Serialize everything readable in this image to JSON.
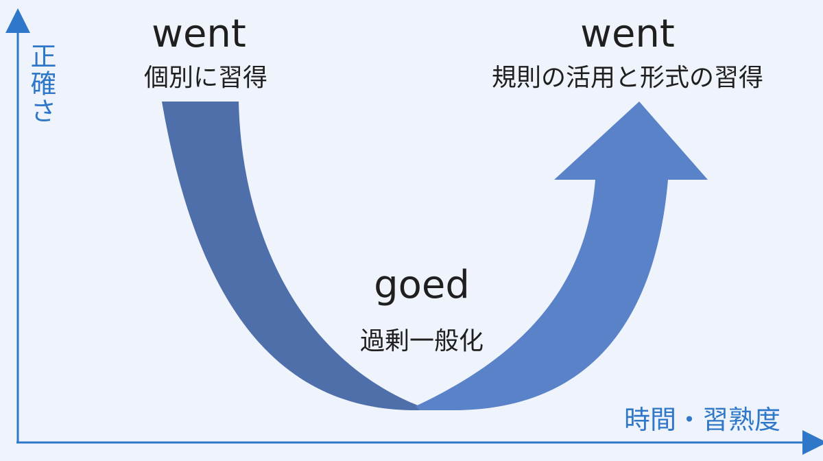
{
  "axes": {
    "y_label": "正確さ",
    "x_label": "時間・習熟度"
  },
  "stages": [
    {
      "word": "went",
      "caption": "個別に習得"
    },
    {
      "word": "goed",
      "caption": "過剰一般化"
    },
    {
      "word": "went",
      "caption": "規則の活用と形式の習得"
    }
  ],
  "colors": {
    "background": "#eff3fb",
    "axis": "#2f77c8",
    "arrow_dark": "#4f6fab",
    "arrow_light": "#5a82c8"
  }
}
